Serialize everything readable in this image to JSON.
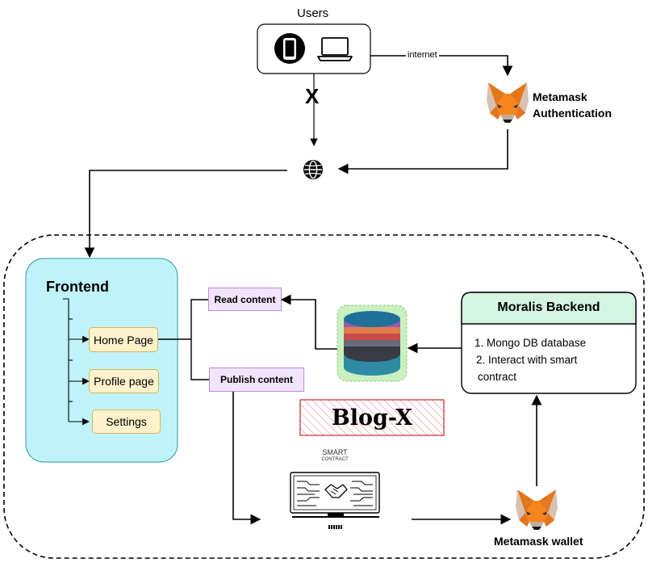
{
  "users": {
    "label": "Users"
  },
  "connection": {
    "internet_label": "internet",
    "blocked_mark": "X"
  },
  "metamask_auth": {
    "line1": "Metamask",
    "line2": "Authentication"
  },
  "frontend": {
    "title": "Frontend",
    "pages": [
      {
        "label": "Home Page"
      },
      {
        "label": "Profile page"
      },
      {
        "label": "Settings"
      }
    ]
  },
  "actions": {
    "read": "Read content",
    "publish": "Publish content"
  },
  "backend": {
    "title": "Moralis Backend",
    "items": [
      "1. Mongo DB database",
      "2. Interact with smart",
      "contract"
    ]
  },
  "brand": {
    "title": "Blog-X"
  },
  "smart_contract": {
    "line1": "SMART",
    "line2": "CONTRACT"
  },
  "wallet": {
    "label": "Metamask wallet"
  },
  "icons": [
    "phone-icon",
    "laptop-icon",
    "metamask-fox-icon",
    "globe-icon",
    "database-icon",
    "smart-contract-icon"
  ],
  "colors": {
    "frontend_fill": "#c0f3f9",
    "page_fill": "#fff2cc",
    "action_fill": "#f2e5fb",
    "backend_header": "#d5f5e3",
    "brand_hatch": "#e8a0a0",
    "database_halo": "#b6e7a6"
  }
}
